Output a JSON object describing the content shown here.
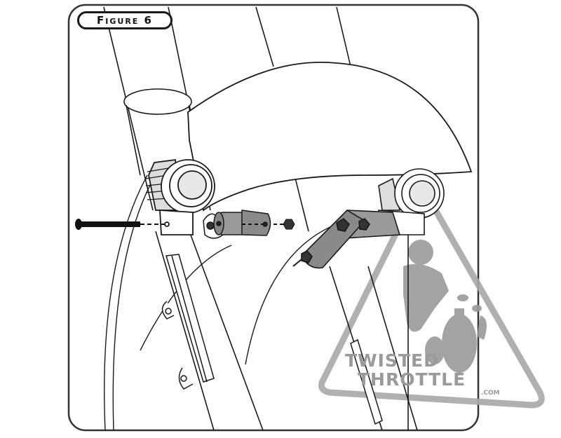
{
  "figure": {
    "label": "Figure 6",
    "description": "Exploded installation diagram: auxiliary light mounted to motorcycle front fork with long bolt, spacer, bracket and nut; second light shown assembled on right fork leg beneath front fender"
  },
  "parts": [
    {
      "name": "long-bolt"
    },
    {
      "name": "auxiliary-light-left"
    },
    {
      "name": "spacer"
    },
    {
      "name": "mounting-bracket"
    },
    {
      "name": "nut"
    },
    {
      "name": "auxiliary-light-right-assembled"
    },
    {
      "name": "front-fender"
    },
    {
      "name": "fork-leg-left"
    },
    {
      "name": "fork-leg-right"
    },
    {
      "name": "brake-line-guide"
    }
  ],
  "watermark": {
    "line1": "TWISTED",
    "line2": "THROTTLE",
    "suffix": ".COM",
    "color": "#9a9a9a"
  },
  "colors": {
    "line": "#1a1a1a",
    "part_fill": "#8a8a8a",
    "light_fill": "#e8e8e8",
    "background": "#ffffff"
  }
}
